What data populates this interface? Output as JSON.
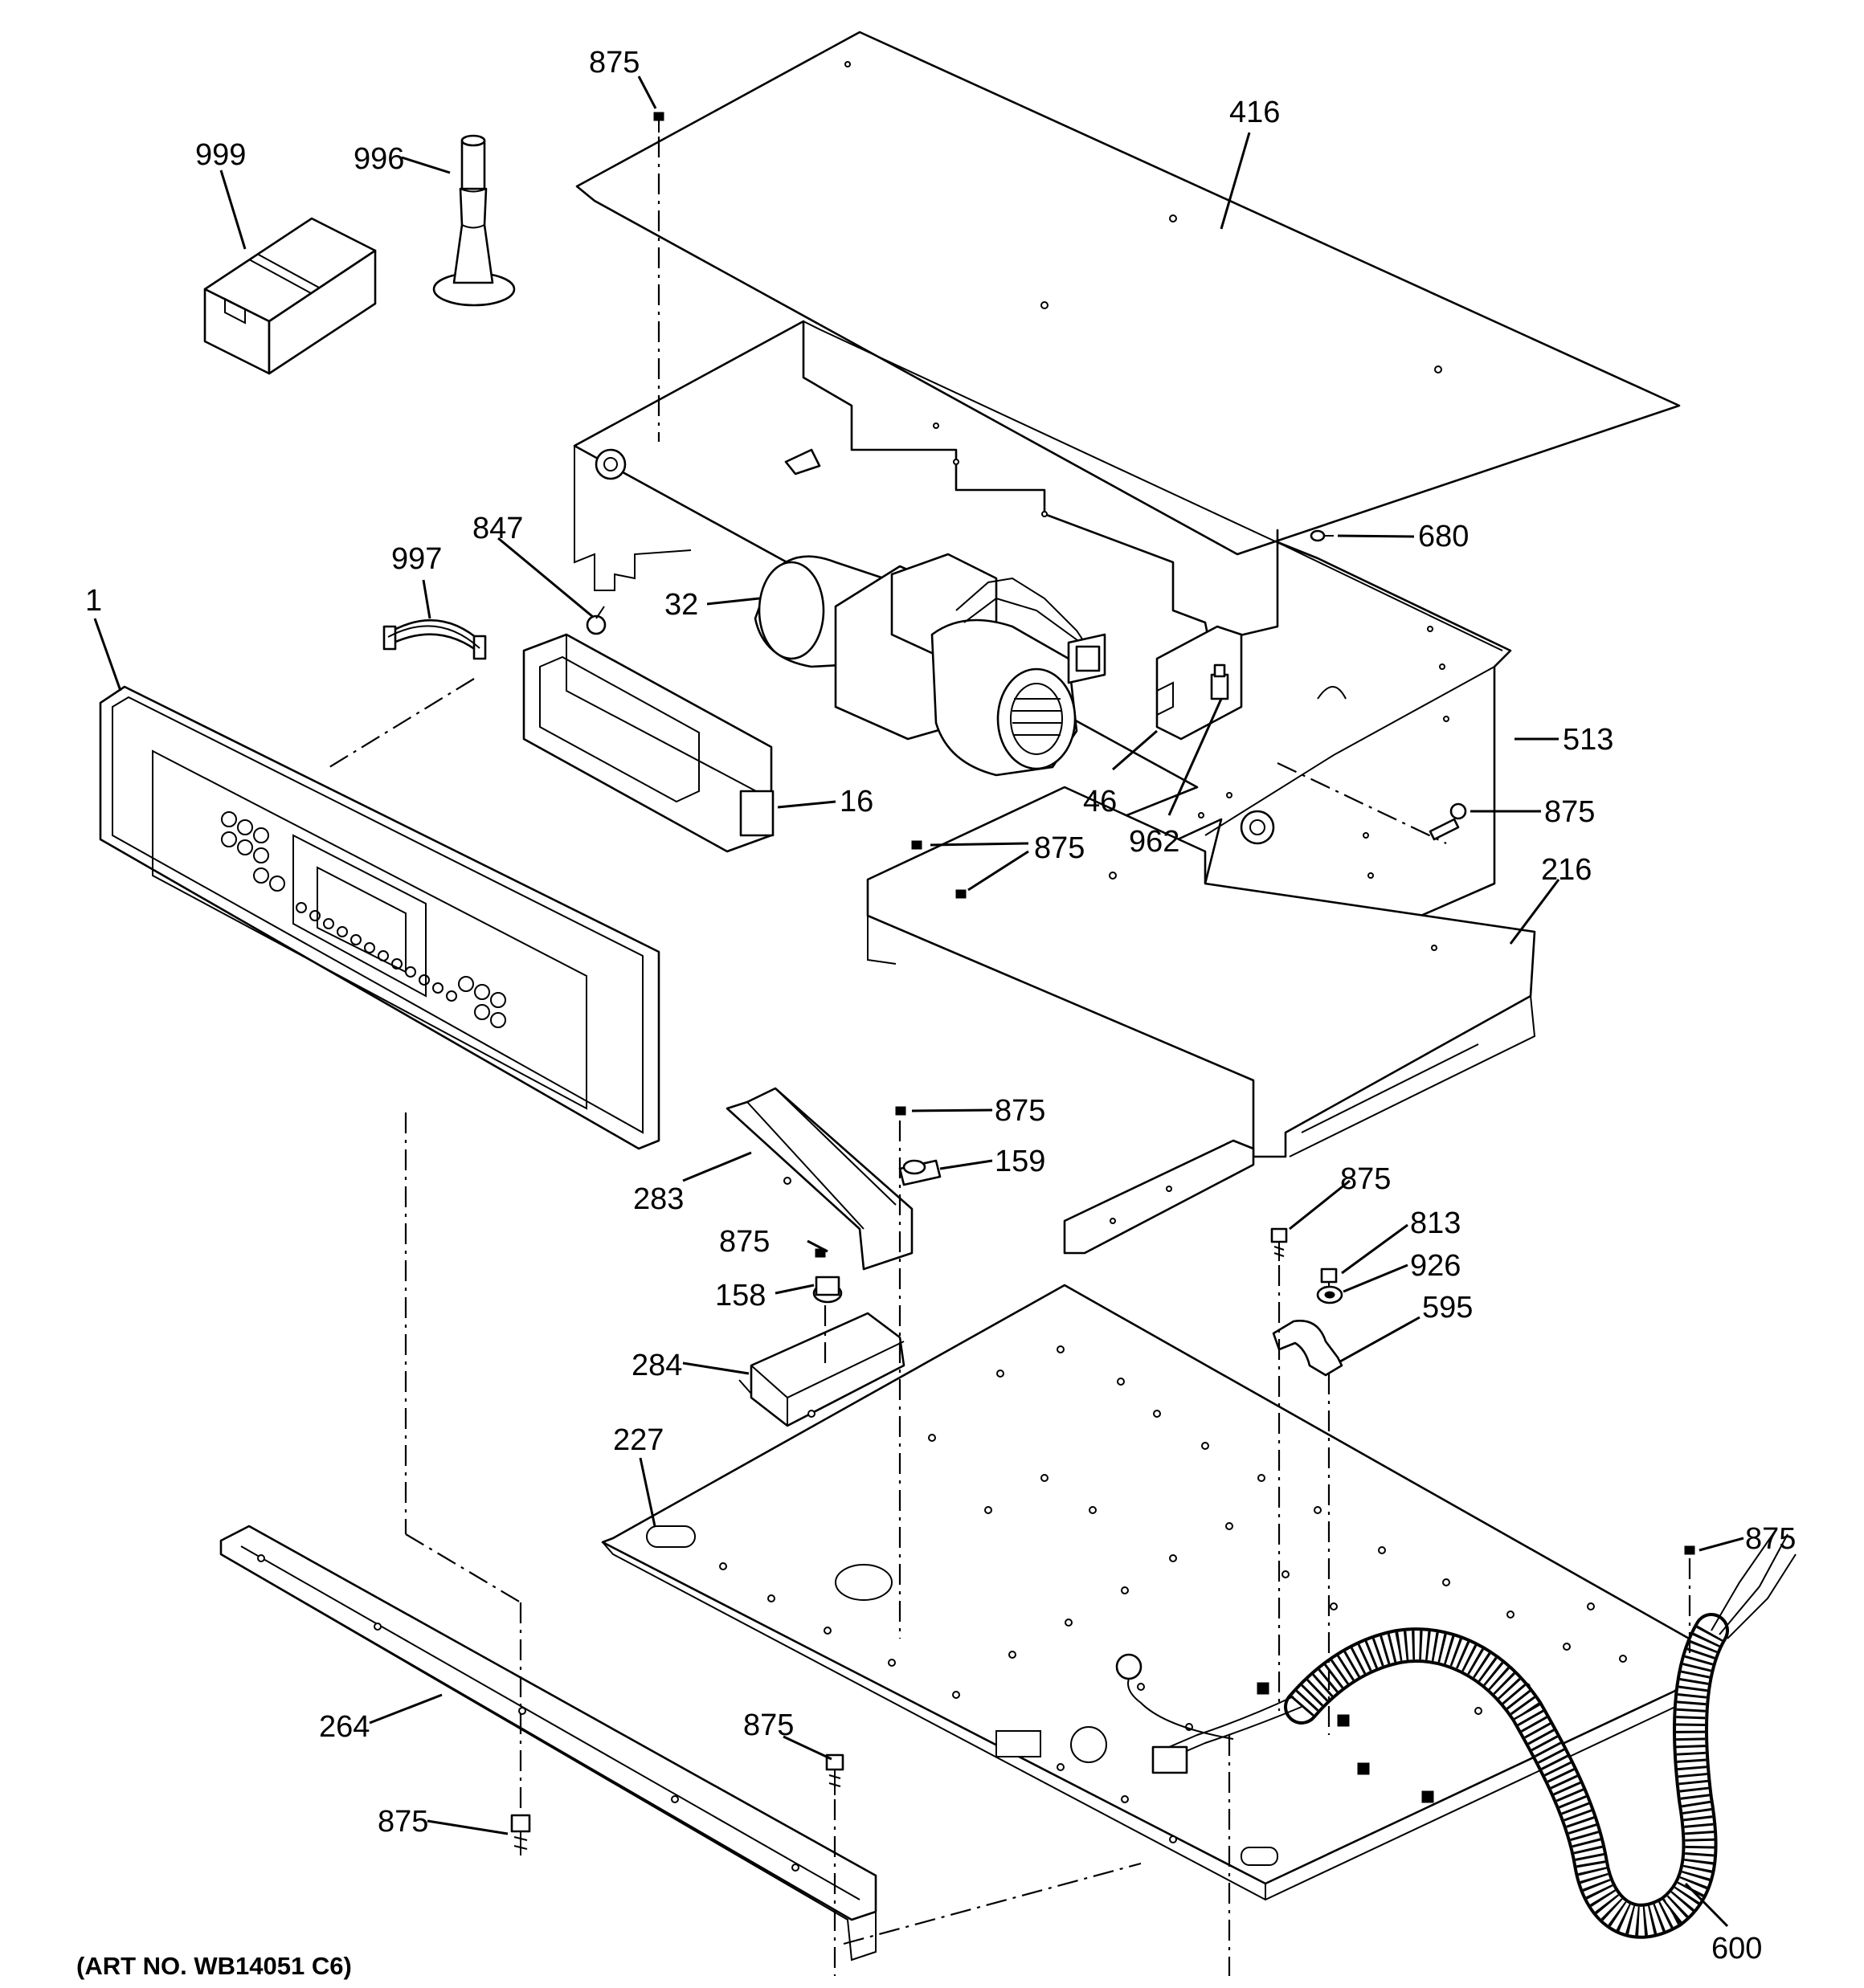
{
  "diagram": {
    "art_number": "(ART NO. WB14051 C6)",
    "callouts": [
      {
        "id": "c-999",
        "label": "999",
        "part": "packaging-box"
      },
      {
        "id": "c-996",
        "label": "996",
        "part": "anti-tip-bracket"
      },
      {
        "id": "c-875-top",
        "label": "875",
        "part": "screw"
      },
      {
        "id": "c-416",
        "label": "416",
        "part": "top-cover"
      },
      {
        "id": "c-680",
        "label": "680",
        "part": "screw"
      },
      {
        "id": "c-997",
        "label": "997",
        "part": "ribbon-harness"
      },
      {
        "id": "c-847",
        "label": "847",
        "part": "control-board-screw"
      },
      {
        "id": "c-1",
        "label": "1",
        "part": "control-panel"
      },
      {
        "id": "c-32",
        "label": "32",
        "part": "cooling-fan"
      },
      {
        "id": "c-513",
        "label": "513",
        "part": "control-box-housing"
      },
      {
        "id": "c-16",
        "label": "16",
        "part": "control-board"
      },
      {
        "id": "c-46",
        "label": "46",
        "part": "relay-board"
      },
      {
        "id": "c-962",
        "label": "962",
        "part": "board-standoff"
      },
      {
        "id": "c-875-right",
        "label": "875",
        "part": "screw"
      },
      {
        "id": "c-875-mid",
        "label": "875",
        "part": "screw"
      },
      {
        "id": "c-216",
        "label": "216",
        "part": "front-trim-channel"
      },
      {
        "id": "c-875-therm",
        "label": "875",
        "part": "screw"
      },
      {
        "id": "c-159",
        "label": "159",
        "part": "thermal-switch"
      },
      {
        "id": "c-283",
        "label": "283",
        "part": "bracket"
      },
      {
        "id": "c-875-clamp",
        "label": "875",
        "part": "screw"
      },
      {
        "id": "c-813",
        "label": "813",
        "part": "screw"
      },
      {
        "id": "c-875-lower",
        "label": "875",
        "part": "screw"
      },
      {
        "id": "c-926",
        "label": "926",
        "part": "nut"
      },
      {
        "id": "c-158",
        "label": "158",
        "part": "thermal-switch"
      },
      {
        "id": "c-595",
        "label": "595",
        "part": "conduit-clamp"
      },
      {
        "id": "c-284",
        "label": "284",
        "part": "bracket"
      },
      {
        "id": "c-227",
        "label": "227",
        "part": "bottom-panel"
      },
      {
        "id": "c-875-far",
        "label": "875",
        "part": "screw"
      },
      {
        "id": "c-264",
        "label": "264",
        "part": "mounting-rail"
      },
      {
        "id": "c-875-rail",
        "label": "875",
        "part": "screw"
      },
      {
        "id": "c-875-bottom",
        "label": "875",
        "part": "screw"
      },
      {
        "id": "c-600",
        "label": "600",
        "part": "power-cord-conduit"
      }
    ]
  }
}
